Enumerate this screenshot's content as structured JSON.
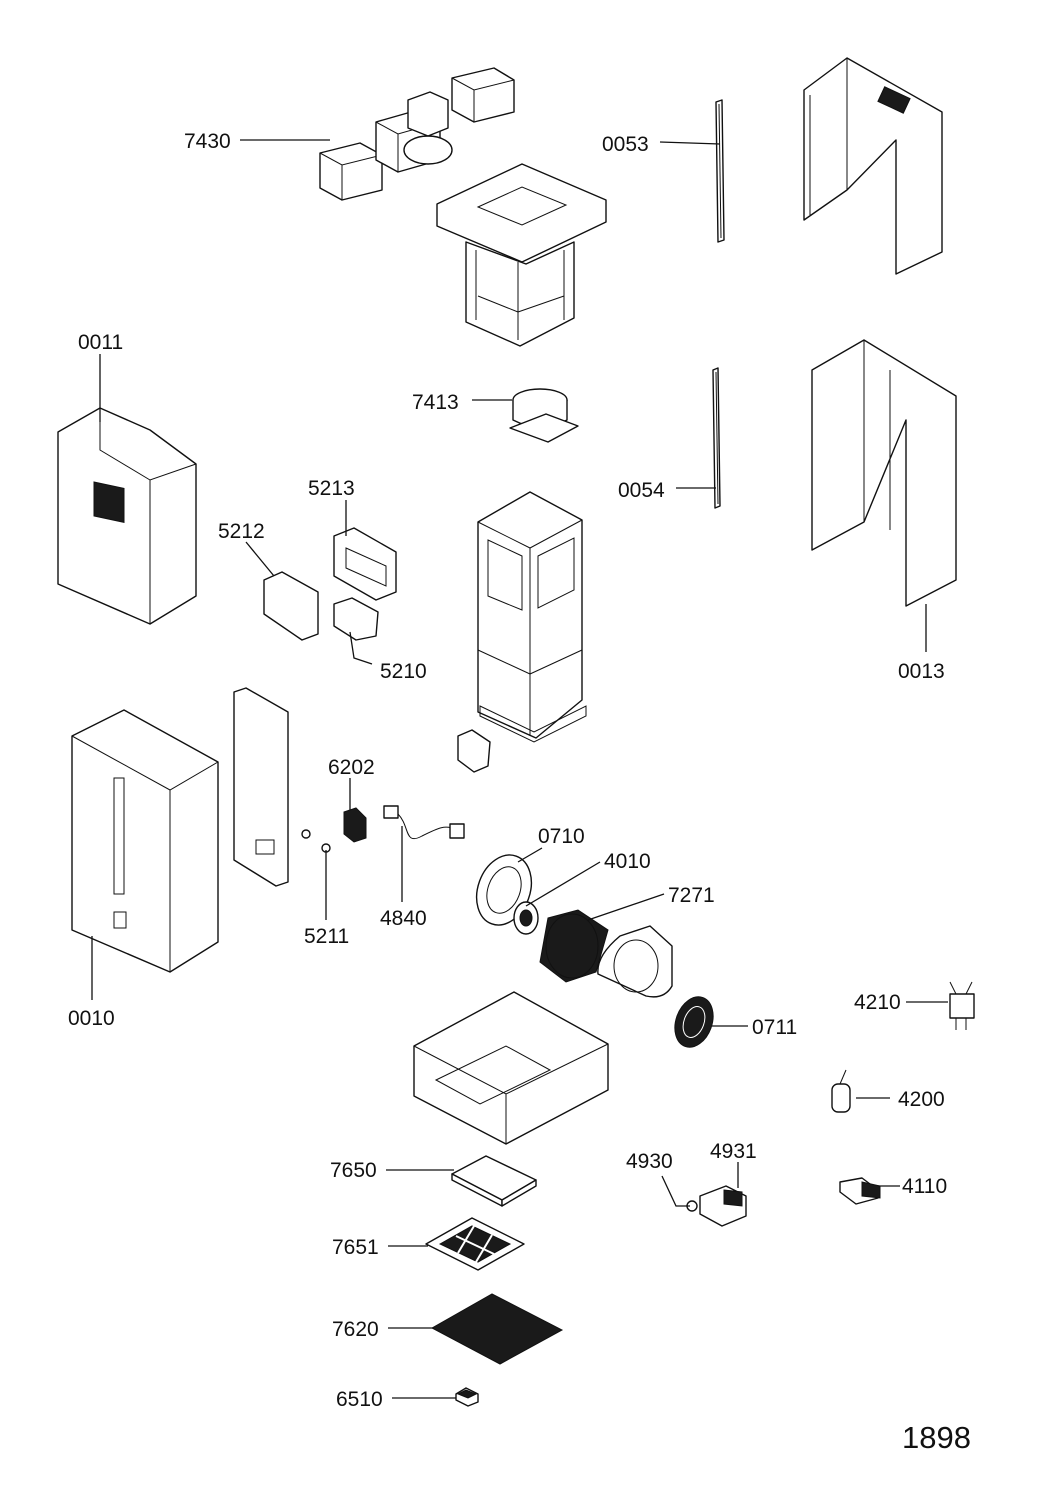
{
  "drawing_number": "1898",
  "parts": {
    "p7430": "7430",
    "p0053": "0053",
    "p0011": "0011",
    "p7413": "7413",
    "p5213": "5213",
    "p5212": "5212",
    "p0054": "0054",
    "p5210": "5210",
    "p0013": "0013",
    "p6202": "6202",
    "p0710": "0710",
    "p4010": "4010",
    "p7271": "7271",
    "p5211": "5211",
    "p4840": "4840",
    "p0010": "0010",
    "p4210": "4210",
    "p0711": "0711",
    "p4200": "4200",
    "p4931": "4931",
    "p4930": "4930",
    "p4110": "4110",
    "p7650": "7650",
    "p7651": "7651",
    "p7620": "7620",
    "p6510": "6510"
  }
}
